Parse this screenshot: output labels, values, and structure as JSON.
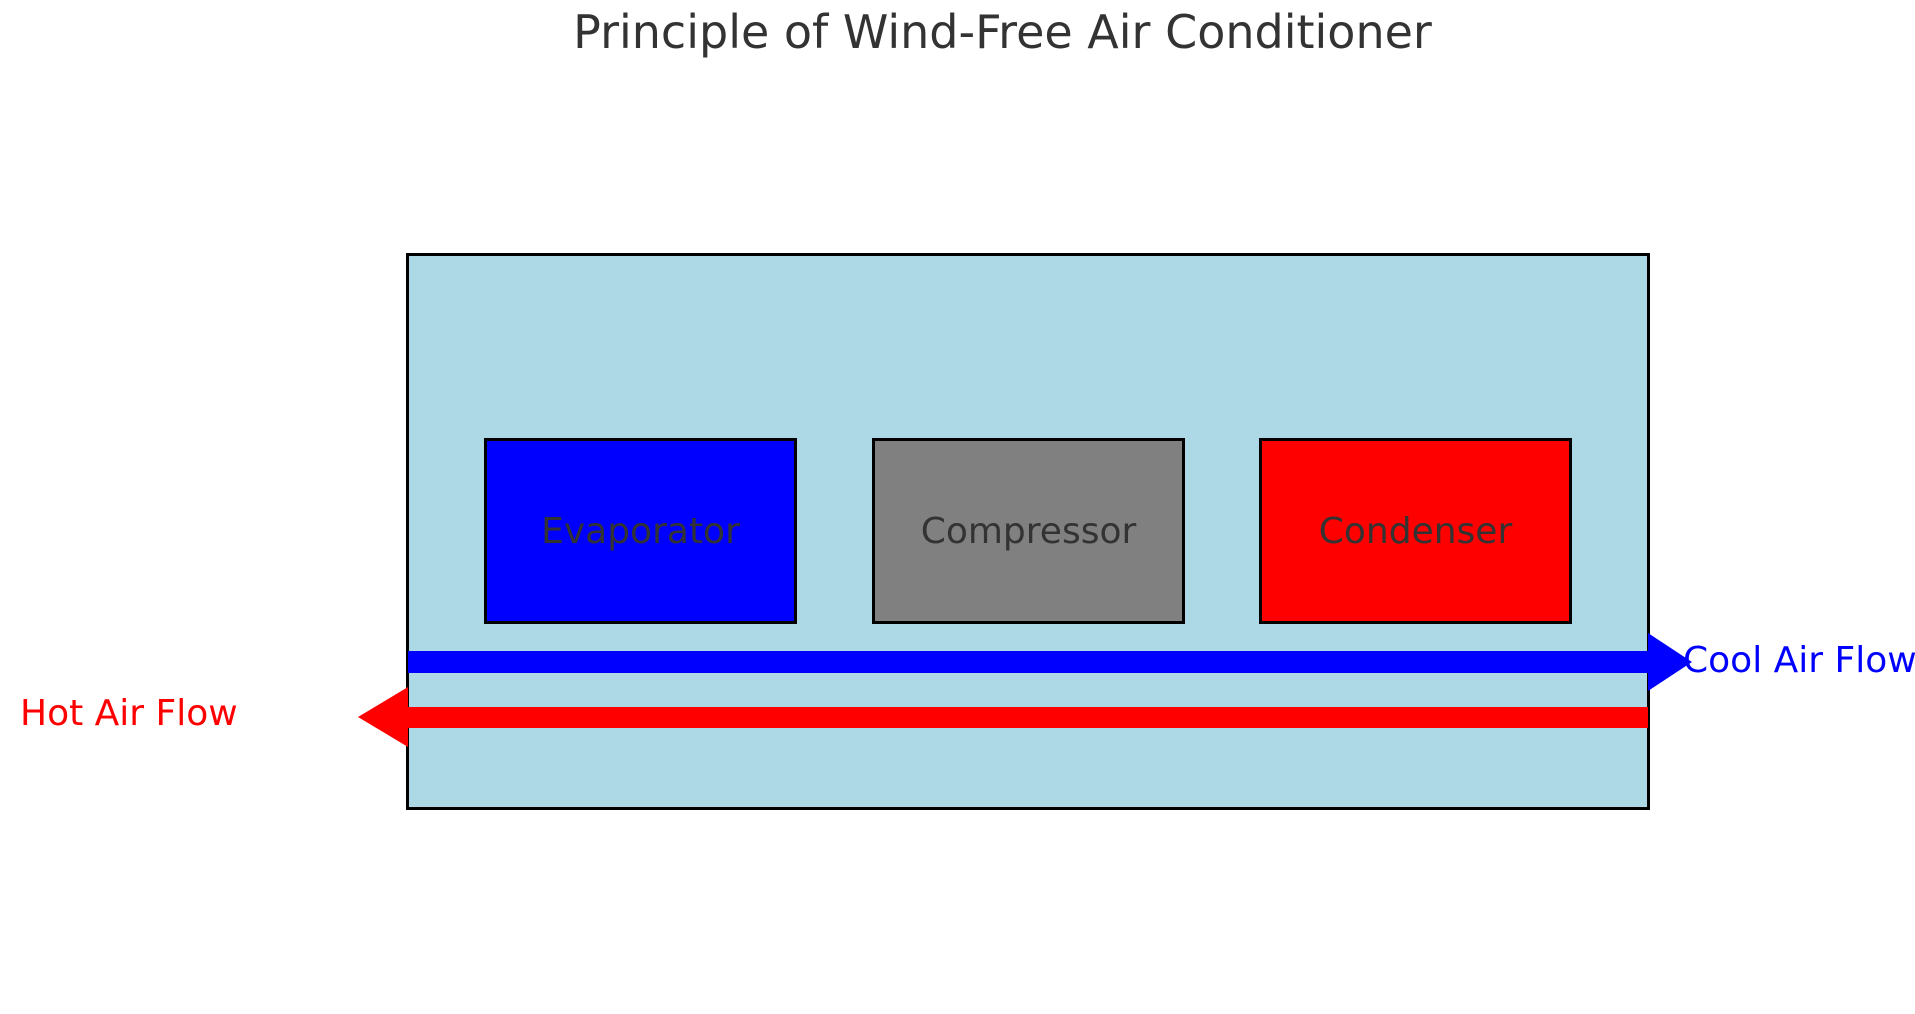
{
  "title": "Principle of Wind-Free Air Conditioner",
  "colors": {
    "page_background": "#ffffff",
    "unit_body_fill": "#add8e6",
    "outline": "#000000",
    "title_text": "#333333",
    "component_label_text": "#333333",
    "evaporator_fill": "#0000ff",
    "compressor_fill": "#808080",
    "condenser_fill": "#ff0000",
    "cool_flow": "#0000ff",
    "hot_flow": "#ff0000"
  },
  "components": [
    {
      "id": "evaporator",
      "label": "Evaporator",
      "fill": "#0000ff"
    },
    {
      "id": "compressor",
      "label": "Compressor",
      "fill": "#808080"
    },
    {
      "id": "condenser",
      "label": "Condenser",
      "fill": "#ff0000"
    }
  ],
  "flows": [
    {
      "id": "cool-air",
      "label": "Cool Air Flow",
      "direction": "right",
      "color": "#0000ff"
    },
    {
      "id": "hot-air",
      "label": "Hot Air Flow",
      "direction": "left",
      "color": "#ff0000"
    }
  ]
}
